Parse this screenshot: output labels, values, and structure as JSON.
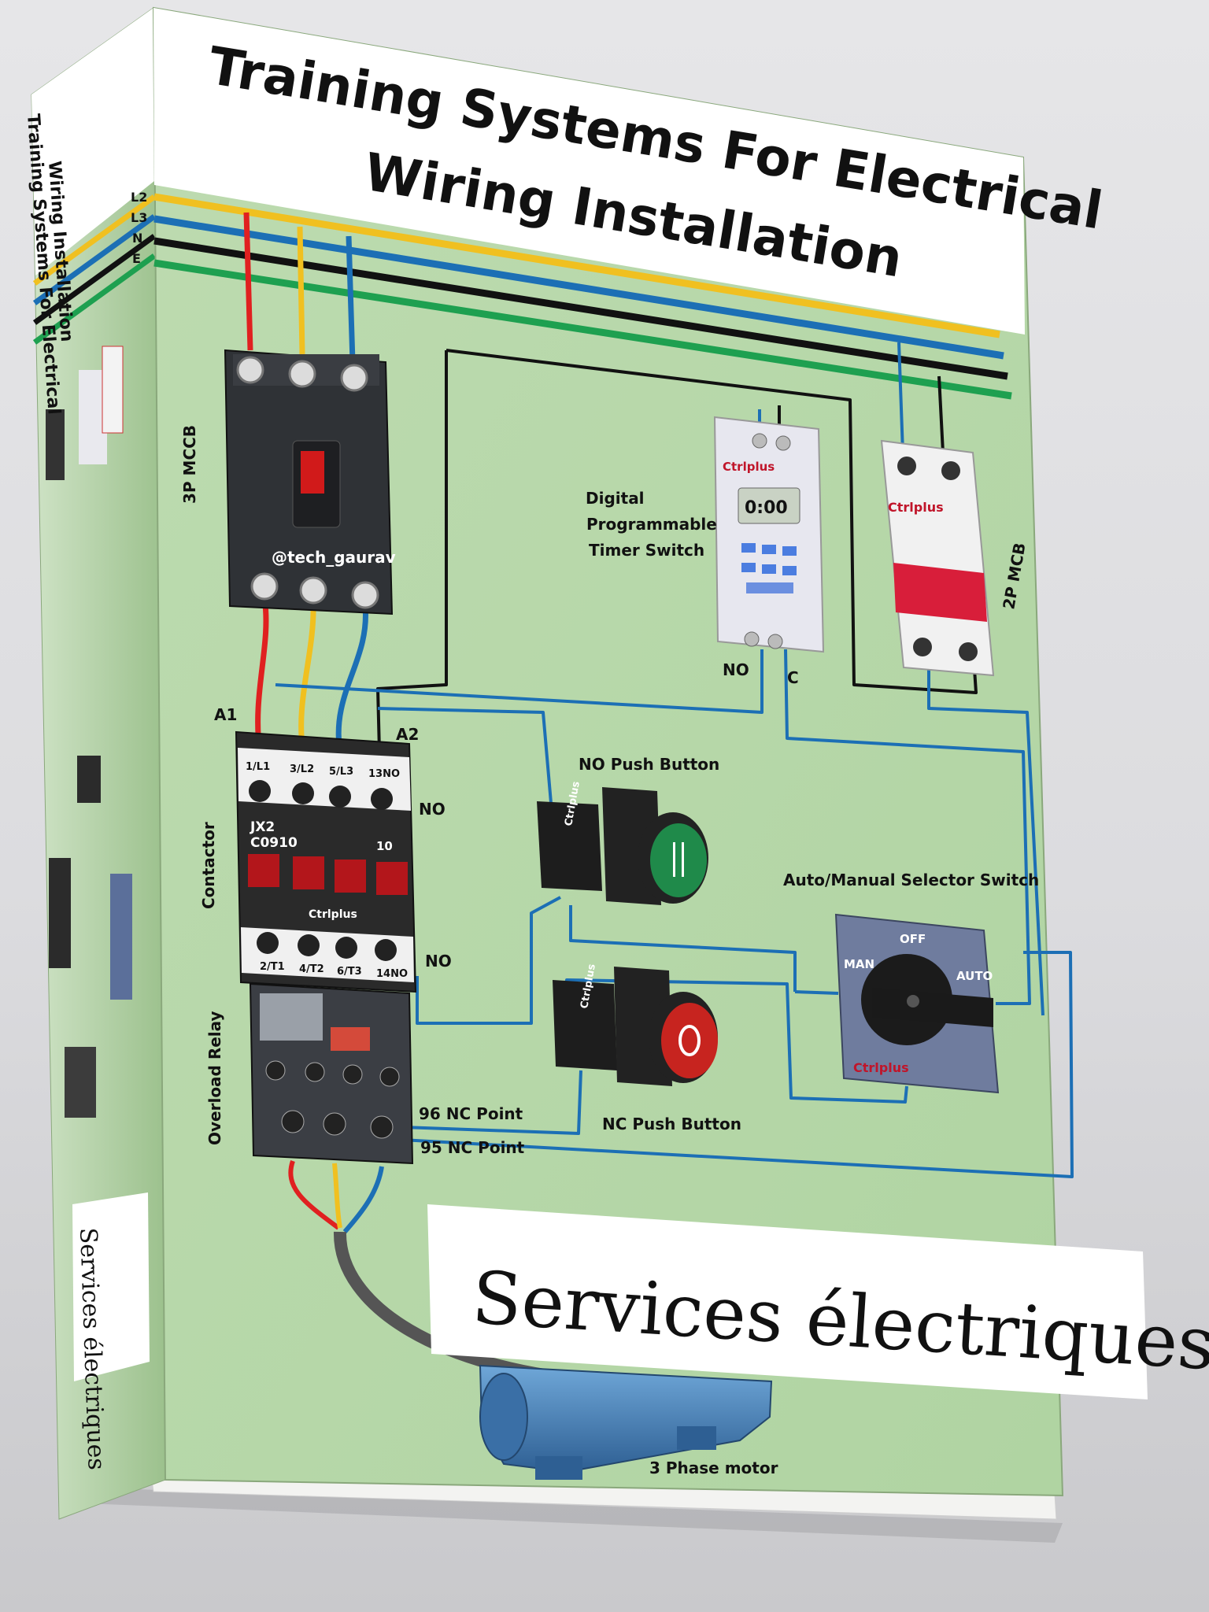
{
  "book": {
    "title_line1": "Training Systems For Electrical",
    "title_line2": "Wiring Installation",
    "spine_line1": "Training Systems For Electrical",
    "spine_line2": "Wiring Installation",
    "spine_subtitle": "Services électriques",
    "footer_banner": "Services électriques"
  },
  "bus_labels": [
    "L2",
    "L3",
    "N",
    "E"
  ],
  "components": {
    "mccb": {
      "label": "3P MCCB",
      "watermark": "@tech_gaurav"
    },
    "timer": {
      "label_line1": "Digital",
      "label_line2": "Programmable",
      "label_line3": "Timer Switch",
      "brand": "Ctrlplus",
      "terminal_no": "NO",
      "terminal_c": "C",
      "display": "0:00"
    },
    "mcb": {
      "label": "2P MCB",
      "brand": "Ctrlplus"
    },
    "contactor": {
      "label": "Contactor",
      "coil_a1": "A1",
      "coil_a2": "A2",
      "top_terminals": [
        "1/L1",
        "3/L2",
        "5/L3",
        "13NO"
      ],
      "bottom_terminals": [
        "2/T1",
        "4/T2",
        "6/T3",
        "14NO"
      ],
      "model_line1": "JX2",
      "model_line2": "C0910",
      "aux": "10",
      "brand": "Ctrlplus",
      "no_top": "NO",
      "no_bottom": "NO"
    },
    "no_push_button": {
      "label": "NO Push Button",
      "brand": "Ctrlplus"
    },
    "nc_push_button": {
      "label": "NC Push Button",
      "brand": "Ctrlplus"
    },
    "selector_switch": {
      "label": "Auto/Manual Selector Switch",
      "pos_off": "OFF",
      "pos_man": "MAN",
      "pos_auto": "AUTO",
      "brand": "Ctrlplus"
    },
    "overload_relay": {
      "label": "Overload Relay",
      "nc96": "96 NC Point",
      "nc95": "95 NC Point"
    },
    "motor": {
      "label": "3 Phase motor"
    }
  },
  "colors": {
    "board": "#b5d6a6",
    "wire_red": "#e02020",
    "wire_yellow": "#f0c020",
    "wire_blue": "#1c6fb5",
    "wire_black": "#111111",
    "wire_green": "#1ea050",
    "brand_red": "#c0152a"
  }
}
